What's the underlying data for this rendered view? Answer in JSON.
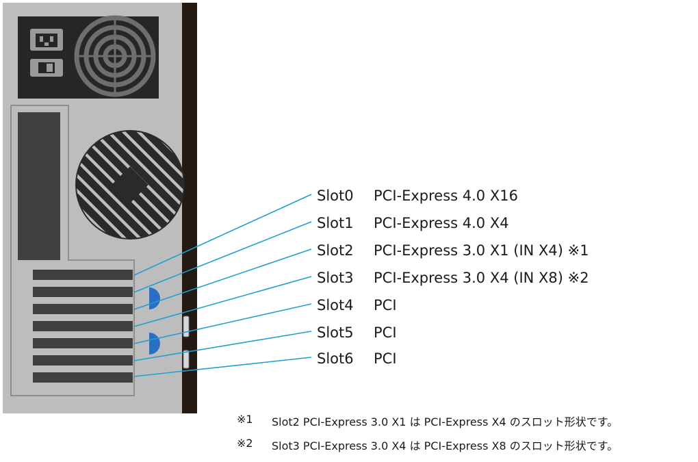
{
  "slots": [
    {
      "name": "Slot0",
      "desc": "PCI-Express 4.0 X16"
    },
    {
      "name": "Slot1",
      "desc": "PCI-Express 4.0 X4"
    },
    {
      "name": "Slot2",
      "desc": "PCI-Express 3.0 X1 (IN X4) ※1"
    },
    {
      "name": "Slot3",
      "desc": "PCI-Express 3.0 X4 (IN X8) ※2"
    },
    {
      "name": "Slot4",
      "desc": "PCI"
    },
    {
      "name": "Slot5",
      "desc": "PCI"
    },
    {
      "name": "Slot6",
      "desc": "PCI"
    }
  ],
  "notes": [
    {
      "mark": "※1",
      "text": "Slot2 PCI-Express 3.0 X1 は PCI-Express X4 のスロット形状です。"
    },
    {
      "mark": "※2",
      "text": "Slot3 PCI-Express 3.0 X4 は PCI-Express X8 のスロット形状です。"
    }
  ],
  "colors": {
    "case_frame": "#241a14",
    "case_body": "#bdbdbd",
    "dark_panel": "#262626",
    "slot_bar": "#404040",
    "leader_line": "#1f9fd0",
    "blue_knob": "#2a6fc0"
  }
}
